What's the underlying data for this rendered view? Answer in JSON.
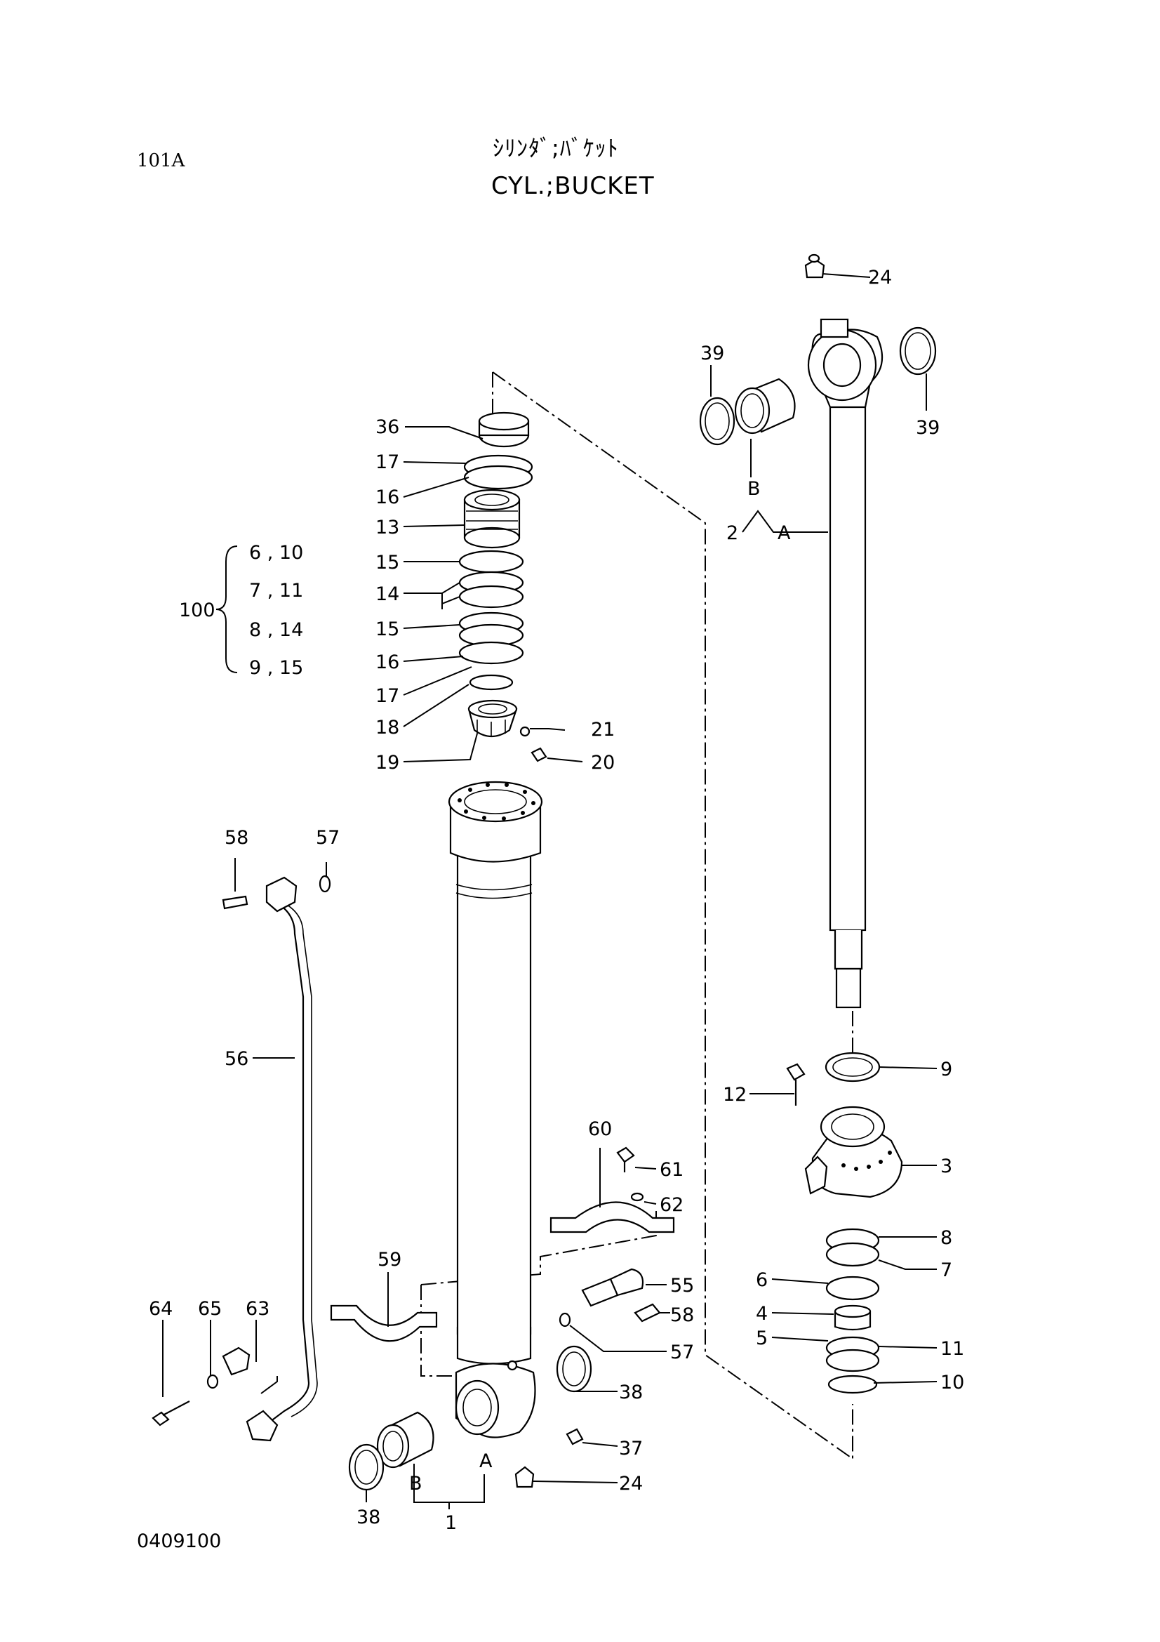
{
  "header": {
    "page_code": "101A",
    "title_jp": "ｼﾘﾝﾀﾞ;ﾊﾞｹｯﾄ",
    "title_en": "CYL.;BUCKET"
  },
  "footer": {
    "drawing_number": "0409100"
  },
  "kit": {
    "label": "100",
    "rows": [
      "6 , 10",
      "7 , 11",
      "8 , 14",
      "9 , 15"
    ]
  },
  "callouts": {
    "c24_top": "24",
    "c39_left": "39",
    "c39_right": "39",
    "cB_rod": "B",
    "c2": "2",
    "cA_rod": "A",
    "c36": "36",
    "c17a": "17",
    "c16a": "16",
    "c13": "13",
    "c15a": "15",
    "c14": "14",
    "c15b": "15",
    "c16b": "16",
    "c17b": "17",
    "c18": "18",
    "c19": "19",
    "c21": "21",
    "c20": "20",
    "c58a": "58",
    "c57a": "57",
    "c56": "56",
    "c60": "60",
    "c61": "61",
    "c62": "62",
    "c59": "59",
    "c55": "55",
    "c58b": "58",
    "c57b": "57",
    "c64": "64",
    "c65": "65",
    "c63": "63",
    "c38a": "38",
    "c37": "37",
    "c24b": "24",
    "c38b": "38",
    "cA_tube": "A",
    "cB_tube": "B",
    "c1": "1",
    "c9": "9",
    "c12": "12",
    "c3": "3",
    "c8": "8",
    "c7": "7",
    "c6": "6",
    "c4": "4",
    "c5": "5",
    "c11": "11",
    "c10": "10"
  }
}
